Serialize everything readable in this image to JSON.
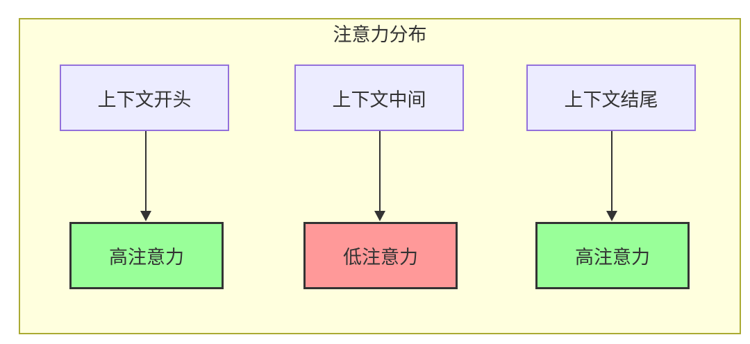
{
  "diagram": {
    "title": "注意力分布",
    "columns": [
      {
        "source": "上下文开头",
        "target": "高注意力",
        "attention": "high"
      },
      {
        "source": "上下文中间",
        "target": "低注意力",
        "attention": "low"
      },
      {
        "source": "上下文结尾",
        "target": "高注意力",
        "attention": "high"
      }
    ],
    "edges": [
      {
        "from": "上下文开头",
        "to": "高注意力"
      },
      {
        "from": "上下文中间",
        "to": "低注意力"
      },
      {
        "from": "上下文结尾",
        "to": "高注意力"
      }
    ],
    "colors": {
      "cluster_fill": "#ffffde",
      "cluster_border": "#aaaa33",
      "source_fill": "#ececff",
      "source_border": "#9370db",
      "high_attention_fill": "#99ff99",
      "low_attention_fill": "#ff9999",
      "target_border": "#333333",
      "arrow": "#333333",
      "text": "#333333"
    }
  }
}
